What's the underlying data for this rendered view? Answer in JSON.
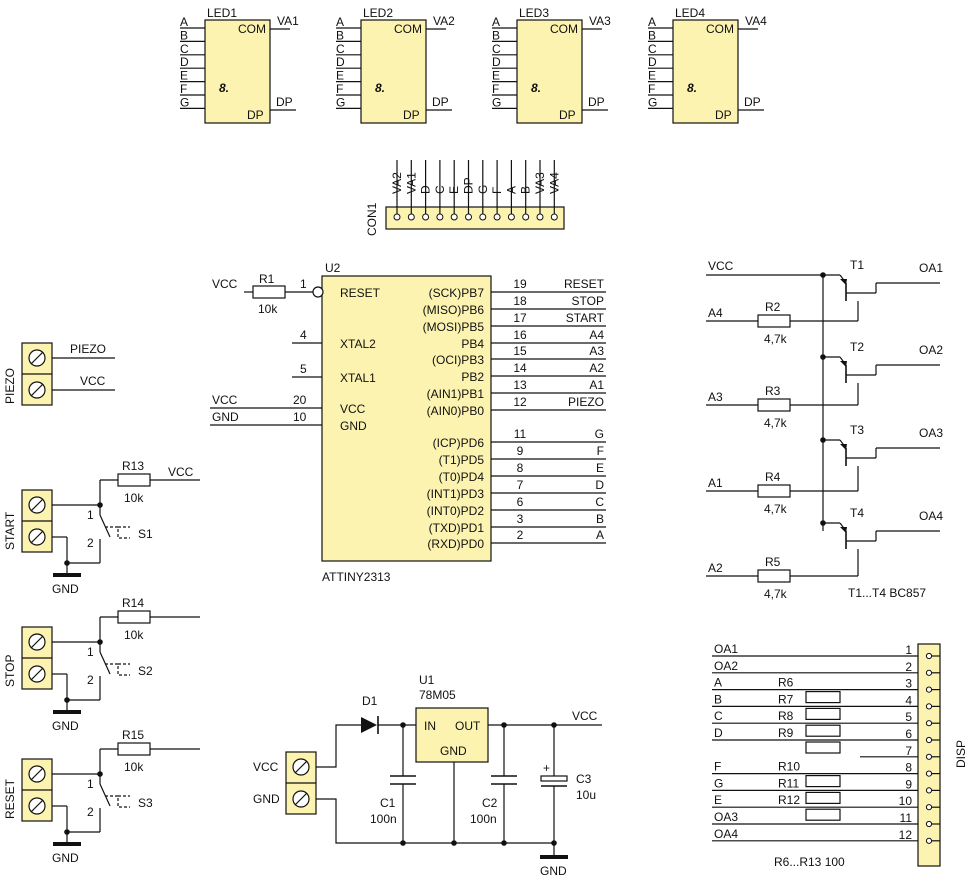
{
  "leds": [
    {
      "ref": "LED1",
      "va": "VA1"
    },
    {
      "ref": "LED2",
      "va": "VA2"
    },
    {
      "ref": "LED3",
      "va": "VA3"
    },
    {
      "ref": "LED4",
      "va": "VA4"
    }
  ],
  "led_common": {
    "segments": [
      "A",
      "B",
      "C",
      "D",
      "E",
      "F",
      "G"
    ],
    "com": "COM",
    "dp_inner": "DP",
    "dp": "DP",
    "glyph": "8."
  },
  "con1": {
    "ref": "CON1",
    "pins": [
      "VA2",
      "VA1",
      "D",
      "C",
      "E",
      "DP",
      "G",
      "F",
      "A",
      "B",
      "VA3",
      "VA4"
    ]
  },
  "mcu": {
    "ref": "U2",
    "part": "ATTINY2313",
    "left_pins": [
      {
        "num": "1",
        "name": "RESET",
        "net": "VCC"
      },
      {
        "num": "4",
        "name": "XTAL2",
        "net": ""
      },
      {
        "num": "5",
        "name": "XTAL1",
        "net": ""
      },
      {
        "num": "20",
        "name": "VCC",
        "net": "VCC"
      },
      {
        "num": "10",
        "name": "GND",
        "net": "GND"
      }
    ],
    "right_pins": [
      {
        "num": "19",
        "name": "(SCK)PB7",
        "net": "RESET"
      },
      {
        "num": "18",
        "name": "(MISO)PB6",
        "net": "STOP"
      },
      {
        "num": "17",
        "name": "(MOSI)PB5",
        "net": "START"
      },
      {
        "num": "16",
        "name": "PB4",
        "net": "A4"
      },
      {
        "num": "15",
        "name": "(OCI)PB3",
        "net": "A3"
      },
      {
        "num": "14",
        "name": "PB2",
        "net": "A2"
      },
      {
        "num": "13",
        "name": "(AIN1)PB1",
        "net": "A1"
      },
      {
        "num": "12",
        "name": "(AIN0)PB0",
        "net": "PIEZO"
      },
      {
        "num": "11",
        "name": "(ICP)PD6",
        "net": "G"
      },
      {
        "num": "9",
        "name": "(T1)PD5",
        "net": "F"
      },
      {
        "num": "8",
        "name": "(T0)PD4",
        "net": "E"
      },
      {
        "num": "7",
        "name": "(INT1)PD3",
        "net": "D"
      },
      {
        "num": "6",
        "name": "(INT0)PD2",
        "net": "C"
      },
      {
        "num": "3",
        "name": "(TXD)PD1",
        "net": "B"
      },
      {
        "num": "2",
        "name": "(RXD)PD0",
        "net": "A"
      }
    ],
    "r1": {
      "ref": "R1",
      "value": "10k"
    }
  },
  "piezo": {
    "label": "PIEZO",
    "nets": [
      "PIEZO",
      "VCC"
    ]
  },
  "switches": [
    {
      "label": "START",
      "sw": "S1",
      "res": "R13",
      "value": "10k",
      "net": "VCC",
      "gnd": "GND",
      "pin1": "1",
      "pin2": "2"
    },
    {
      "label": "STOP",
      "sw": "S2",
      "res": "R14",
      "value": "10k",
      "net": "",
      "gnd": "GND",
      "pin1": "1",
      "pin2": "2"
    },
    {
      "label": "RESET",
      "sw": "S3",
      "res": "R15",
      "value": "10k",
      "net": "",
      "gnd": "GND",
      "pin1": "1",
      "pin2": "2"
    }
  ],
  "transistors": {
    "vcc": "VCC",
    "note": "T1...T4 BC857",
    "items": [
      {
        "ref": "T1",
        "out": "OA1",
        "in": "A4",
        "res": "R2",
        "value": "4,7k"
      },
      {
        "ref": "T2",
        "out": "OA2",
        "in": "A3",
        "res": "R3",
        "value": "4,7k"
      },
      {
        "ref": "T3",
        "out": "OA3",
        "in": "A1",
        "res": "R4",
        "value": "4,7k"
      },
      {
        "ref": "T4",
        "out": "OA4",
        "in": "A2",
        "res": "R5",
        "value": "4,7k"
      }
    ]
  },
  "psu": {
    "reg_ref": "U1",
    "reg_part": "78M05",
    "in": "IN",
    "out": "OUT",
    "gnd_pin": "GND",
    "diode": "D1",
    "vcc_out": "VCC",
    "gnd": "GND",
    "term_labels": [
      "VCC",
      "GND"
    ],
    "c1": {
      "ref": "C1",
      "value": "100n"
    },
    "c2": {
      "ref": "C2",
      "value": "100n"
    },
    "c3": {
      "ref": "C3",
      "value": "10u",
      "plus": "+"
    }
  },
  "disp": {
    "label": "DISP",
    "note": "R6...R13 100",
    "rows": [
      {
        "net": "OA1",
        "res": "",
        "pin": "1"
      },
      {
        "net": "OA2",
        "res": "",
        "pin": "2"
      },
      {
        "net": "A",
        "res": "R6",
        "pin": "3"
      },
      {
        "net": "B",
        "res": "R7",
        "pin": "4"
      },
      {
        "net": "C",
        "res": "R8",
        "pin": "5"
      },
      {
        "net": "D",
        "res": "R9",
        "pin": "6"
      },
      {
        "net": "",
        "res": "",
        "pin": "7"
      },
      {
        "net": "F",
        "res": "R10",
        "pin": "8"
      },
      {
        "net": "G",
        "res": "R11",
        "pin": "9"
      },
      {
        "net": "E",
        "res": "R12",
        "pin": "10"
      },
      {
        "net": "OA3",
        "res": "",
        "pin": "11"
      },
      {
        "net": "OA4",
        "res": "",
        "pin": "12"
      }
    ]
  }
}
